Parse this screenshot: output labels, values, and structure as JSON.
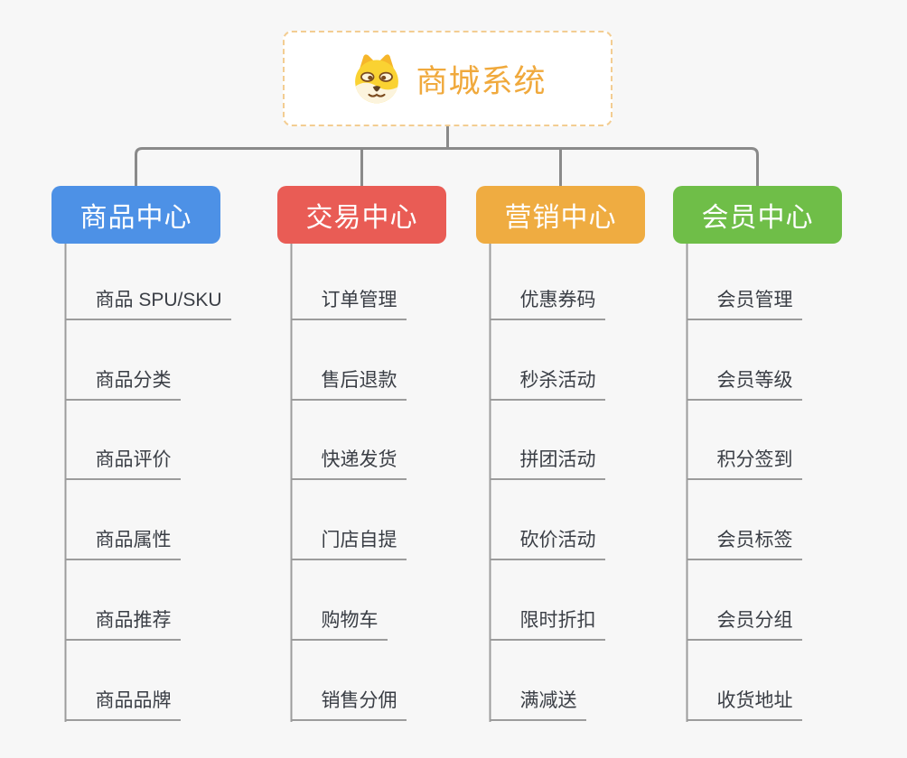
{
  "root": {
    "title": "商城系统",
    "icon": "dog-face-icon",
    "text_color": "#f0a93c",
    "border_color": "#f3cd92"
  },
  "colors": {
    "background": "#f7f7f7",
    "connector": "#8a8a8a",
    "underline": "#9c9c9c",
    "leaf_text": "#3a3e45"
  },
  "branches": [
    {
      "label": "商品中心",
      "color": "#4d91e6",
      "items": [
        "商品 SPU/SKU",
        "商品分类",
        "商品评价",
        "商品属性",
        "商品推荐",
        "商品品牌"
      ]
    },
    {
      "label": "交易中心",
      "color": "#e95c55",
      "items": [
        "订单管理",
        "售后退款",
        "快递发货",
        "门店自提",
        "购物车",
        "销售分佣"
      ]
    },
    {
      "label": "营销中心",
      "color": "#efac41",
      "items": [
        "优惠券码",
        "秒杀活动",
        "拼团活动",
        "砍价活动",
        "限时折扣",
        "满减送"
      ]
    },
    {
      "label": "会员中心",
      "color": "#6fbe48",
      "items": [
        "会员管理",
        "会员等级",
        "积分签到",
        "会员标签",
        "会员分组",
        "收货地址"
      ]
    }
  ]
}
